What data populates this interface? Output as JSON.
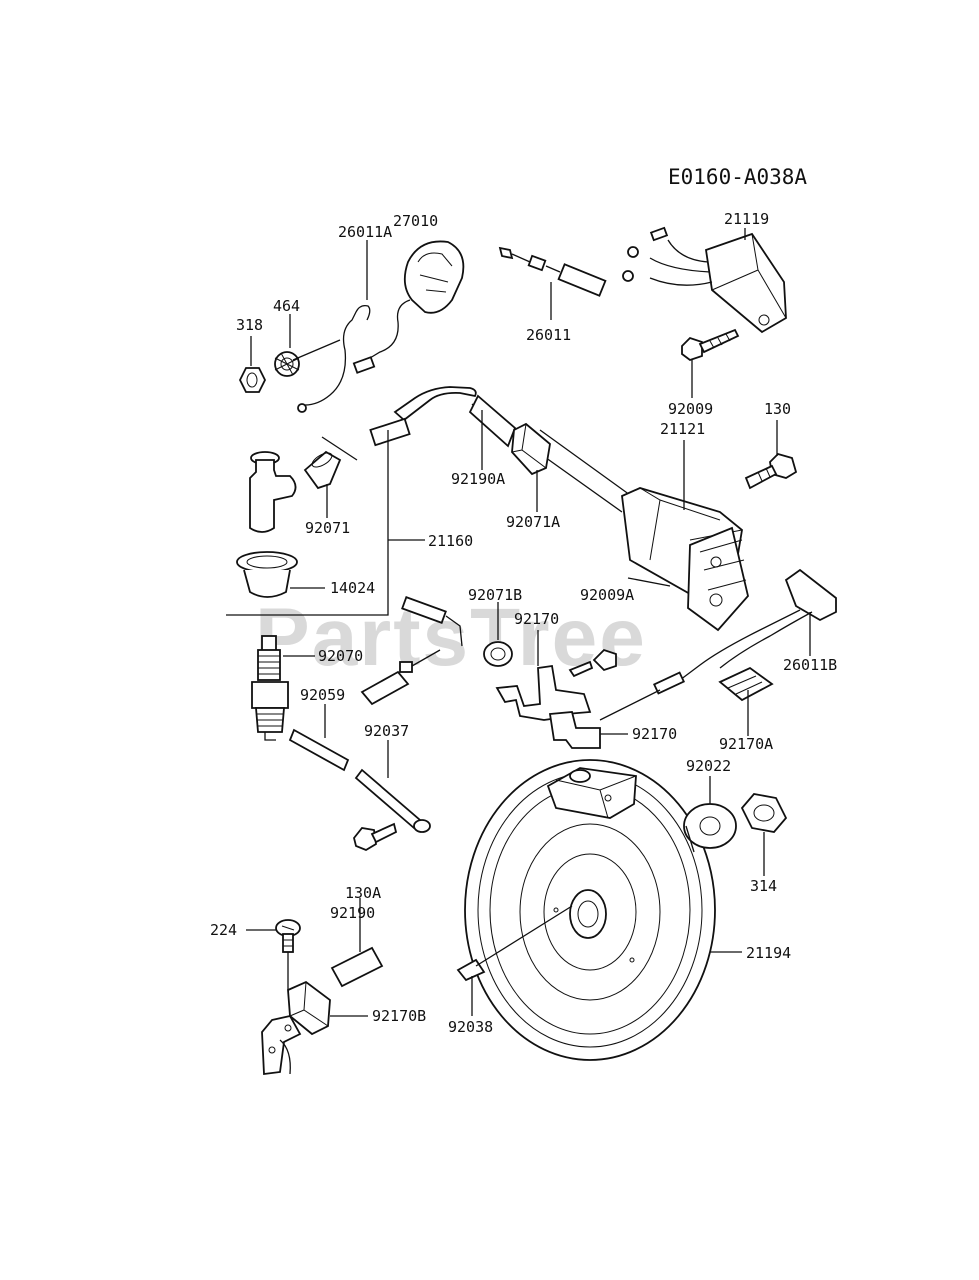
{
  "diagram": {
    "code": "E0160-A038A",
    "watermark": "PartsTree",
    "labels": {
      "p27010": "27010",
      "p21119": "21119",
      "p26011A": "26011A",
      "p464": "464",
      "p318": "318",
      "p26011": "26011",
      "p92009": "92009",
      "p130": "130",
      "p21121": "21121",
      "p92190A": "92190A",
      "p92071A": "92071A",
      "p92071": "92071",
      "p21160": "21160",
      "p14024": "14024",
      "p92071B": "92071B",
      "p92009A": "92009A",
      "p92170a": "92170",
      "p26011B": "26011B",
      "p92070": "92070",
      "p92059": "92059",
      "p92037": "92037",
      "p92170b": "92170",
      "p92170A": "92170A",
      "p92022": "92022",
      "p314": "314",
      "p130A": "130A",
      "p92190": "92190",
      "p224": "224",
      "p21194": "21194",
      "p92170B": "92170B",
      "p92038": "92038"
    }
  }
}
